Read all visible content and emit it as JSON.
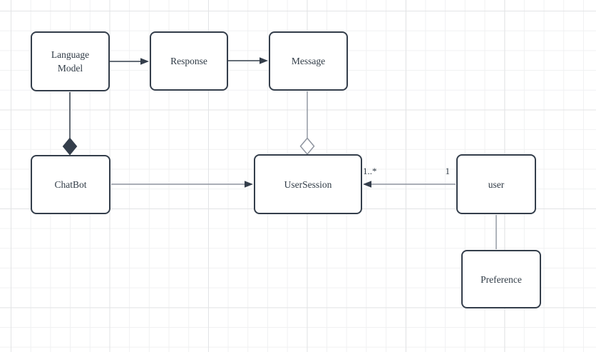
{
  "canvas": {
    "background_color": "#ffffff",
    "grid_minor_color": "#f0f1f2",
    "grid_major_color": "#e3e4e6"
  },
  "palette": {
    "node_fill": "#ffffff",
    "node_stroke": "#343e4b",
    "edge_dark": "#343e4b",
    "edge_gray": "#8d939e",
    "text_color": "#2f3a45"
  },
  "diagram": {
    "nodes": [
      {
        "id": "language-model",
        "label": "Language Model"
      },
      {
        "id": "response",
        "label": "Response"
      },
      {
        "id": "message",
        "label": "Message"
      },
      {
        "id": "chatbot",
        "label": "ChatBot"
      },
      {
        "id": "user-session",
        "label": "UserSession"
      },
      {
        "id": "user",
        "label": "user"
      },
      {
        "id": "preference",
        "label": "Preference"
      }
    ],
    "edges": [
      {
        "from": "language-model",
        "to": "response",
        "type": "arrow"
      },
      {
        "from": "response",
        "to": "message",
        "type": "arrow"
      },
      {
        "from": "language-model",
        "to": "chatbot",
        "type": "composition-diamond"
      },
      {
        "from": "message",
        "to": "user-session",
        "type": "aggregation-diamond"
      },
      {
        "from": "chatbot",
        "to": "user-session",
        "type": "arrow"
      },
      {
        "from": "user",
        "to": "user-session",
        "type": "arrow",
        "source_label": "1",
        "target_label": "1..*"
      },
      {
        "from": "user",
        "to": "preference",
        "type": "line"
      }
    ]
  }
}
